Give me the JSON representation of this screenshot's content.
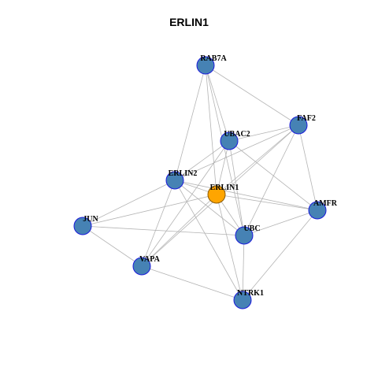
{
  "title": "ERLIN1",
  "colors": {
    "node_fill": "#4682b4",
    "node_stroke": "#1a1adb",
    "center_fill": "#ffa500",
    "center_stroke": "#8b5a00",
    "edge": "#b4b4b4"
  },
  "nodes": [
    {
      "id": "RAB7A",
      "label": "RAB7A",
      "center": false
    },
    {
      "id": "FAF2",
      "label": "FAF2",
      "center": false
    },
    {
      "id": "UBAC2",
      "label": "UBAC2",
      "center": false
    },
    {
      "id": "ERLIN2",
      "label": "ERLIN2",
      "center": false
    },
    {
      "id": "ERLIN1",
      "label": "ERLIN1",
      "center": true
    },
    {
      "id": "AMFR",
      "label": "AMFR",
      "center": false
    },
    {
      "id": "JUN",
      "label": "JUN",
      "center": false
    },
    {
      "id": "UBC",
      "label": "UBC",
      "center": false
    },
    {
      "id": "VAPA",
      "label": "VAPA",
      "center": false
    },
    {
      "id": "NTRK1",
      "label": "NTRK1",
      "center": false
    }
  ],
  "edges": [
    [
      "RAB7A",
      "FAF2"
    ],
    [
      "RAB7A",
      "UBAC2"
    ],
    [
      "RAB7A",
      "ERLIN2"
    ],
    [
      "RAB7A",
      "ERLIN1"
    ],
    [
      "RAB7A",
      "UBC"
    ],
    [
      "FAF2",
      "UBAC2"
    ],
    [
      "FAF2",
      "ERLIN2"
    ],
    [
      "FAF2",
      "ERLIN1"
    ],
    [
      "FAF2",
      "AMFR"
    ],
    [
      "FAF2",
      "UBC"
    ],
    [
      "FAF2",
      "VAPA"
    ],
    [
      "UBAC2",
      "ERLIN2"
    ],
    [
      "UBAC2",
      "ERLIN1"
    ],
    [
      "UBAC2",
      "AMFR"
    ],
    [
      "UBAC2",
      "UBC"
    ],
    [
      "UBAC2",
      "VAPA"
    ],
    [
      "ERLIN2",
      "ERLIN1"
    ],
    [
      "ERLIN2",
      "AMFR"
    ],
    [
      "ERLIN2",
      "JUN"
    ],
    [
      "ERLIN2",
      "UBC"
    ],
    [
      "ERLIN2",
      "VAPA"
    ],
    [
      "ERLIN2",
      "NTRK1"
    ],
    [
      "ERLIN1",
      "AMFR"
    ],
    [
      "ERLIN1",
      "JUN"
    ],
    [
      "ERLIN1",
      "UBC"
    ],
    [
      "ERLIN1",
      "VAPA"
    ],
    [
      "ERLIN1",
      "NTRK1"
    ],
    [
      "AMFR",
      "UBC"
    ],
    [
      "AMFR",
      "NTRK1"
    ],
    [
      "JUN",
      "UBC"
    ],
    [
      "JUN",
      "VAPA"
    ],
    [
      "UBC",
      "NTRK1"
    ],
    [
      "VAPA",
      "NTRK1"
    ]
  ]
}
